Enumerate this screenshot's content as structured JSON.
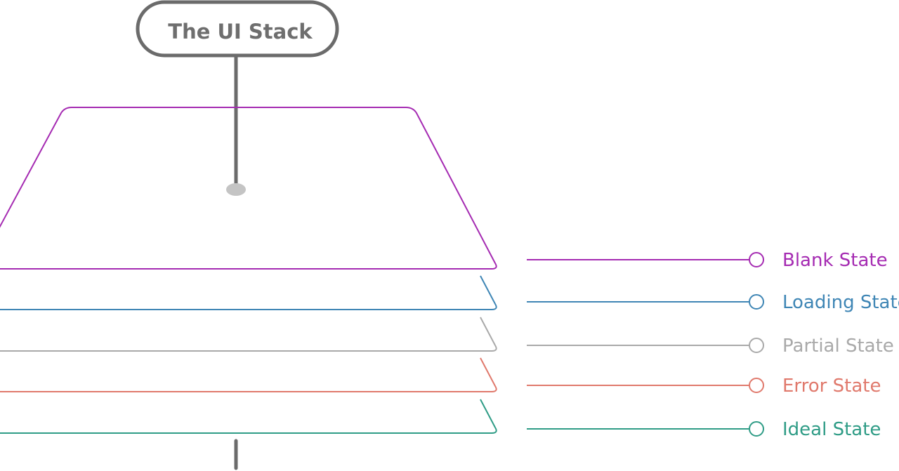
{
  "title": "The UI Stack",
  "colors": {
    "title_stroke": "#6b6b6b",
    "stem": "#6b6b6b",
    "stem_dot": "#c4c4c4"
  },
  "layers": [
    {
      "label": "Blank State",
      "color": "#a52bb2"
    },
    {
      "label": "Loading State",
      "color": "#3f86b5"
    },
    {
      "label": "Partial State",
      "color": "#a9a9a9"
    },
    {
      "label": "Error State",
      "color": "#e0796c"
    },
    {
      "label": "Ideal State",
      "color": "#2f9c86"
    }
  ]
}
